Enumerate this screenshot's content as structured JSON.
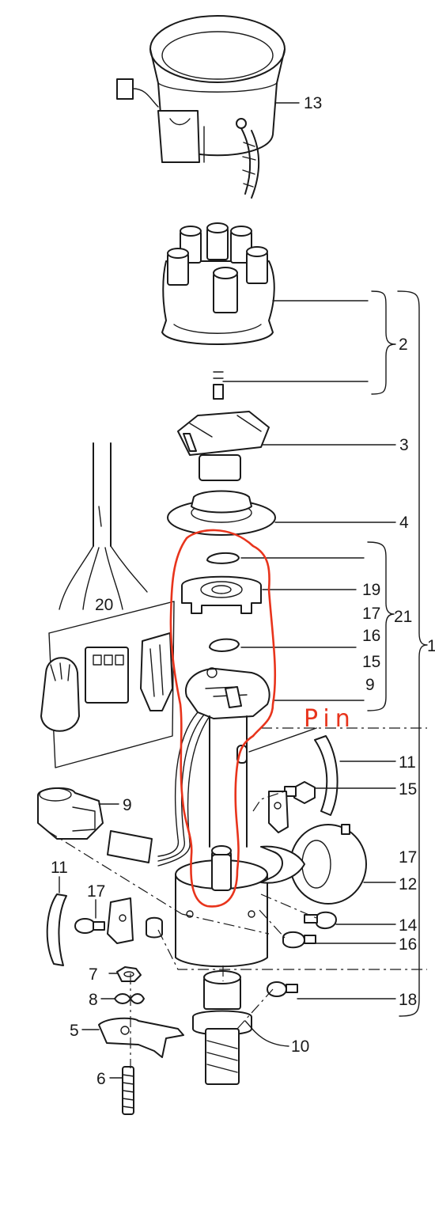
{
  "diagram": {
    "labels": {
      "n1": "1",
      "n2": "2",
      "n3": "3",
      "n4": "4",
      "n5": "5",
      "n6": "6",
      "n7": "7",
      "n8": "8",
      "n9a": "9",
      "n9b": "9",
      "n10": "10",
      "n11a": "11",
      "n11b": "11",
      "n12": "12",
      "n13": "13",
      "n14": "14",
      "n15a": "15",
      "n15b": "15",
      "n16a": "16",
      "n16b": "16",
      "n17a": "17",
      "n17b": "17",
      "n17c": "17",
      "n18": "18",
      "n19": "19",
      "n20": "20",
      "n21": "21"
    },
    "annotation": {
      "text": "Pin",
      "color": "#e8341c"
    },
    "colors": {
      "line": "#1a1a1a",
      "annotation": "#e8341c",
      "background": "#ffffff"
    }
  }
}
